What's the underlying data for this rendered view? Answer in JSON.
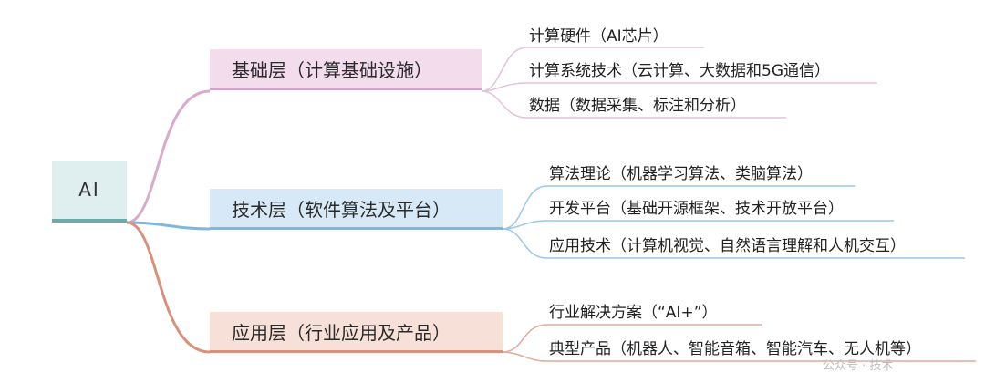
{
  "root": {
    "label": "AI"
  },
  "branches": [
    {
      "label": "基础层（计算基础设施）",
      "color": "#d2a3c8",
      "leaves": [
        "计算硬件（AI芯片）",
        "计算系统技术（云计算、大数据和5G通信）",
        "数据（数据采集、标注和分析）"
      ]
    },
    {
      "label": "技术层（软件算法及平台）",
      "color": "#7fb8de",
      "leaves": [
        "算法理论（机器学习算法、类脑算法）",
        "开发平台（基础开源框架、技术开放平台）",
        "应用技术（计算机视觉、自然语言理解和人机交互）"
      ]
    },
    {
      "label": "应用层（行业应用及产品）",
      "color": "#d9917c",
      "leaves": [
        "行业解决方案（“AI+”）",
        "典型产品（机器人、智能音箱、智能汽车、无人机等）"
      ]
    }
  ],
  "watermark": "公众号 · 技术"
}
